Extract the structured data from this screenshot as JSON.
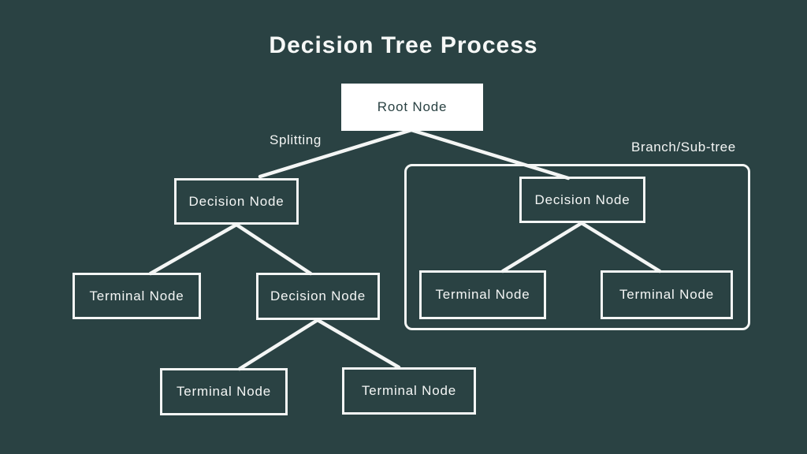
{
  "title": "Decision Tree Process",
  "annotations": {
    "splitting": "Splitting",
    "branch_subtree": "Branch/Sub-tree"
  },
  "nodes": {
    "root": "Root Node",
    "decision_left": "Decision Node",
    "decision_right": "Decision Node",
    "terminal_left": "Terminal Node",
    "decision_mid": "Decision Node",
    "terminal_bottom_left": "Terminal Node",
    "terminal_bottom_right": "Terminal Node",
    "subtree_terminal_left": "Terminal Node",
    "subtree_terminal_right": "Terminal Node"
  },
  "colors": {
    "background": "#2a4243",
    "line_and_border": "#f4f6f5",
    "root_node_fill": "#ffffff",
    "root_node_text": "#2a4243",
    "label_text": "#f4f6f5"
  }
}
